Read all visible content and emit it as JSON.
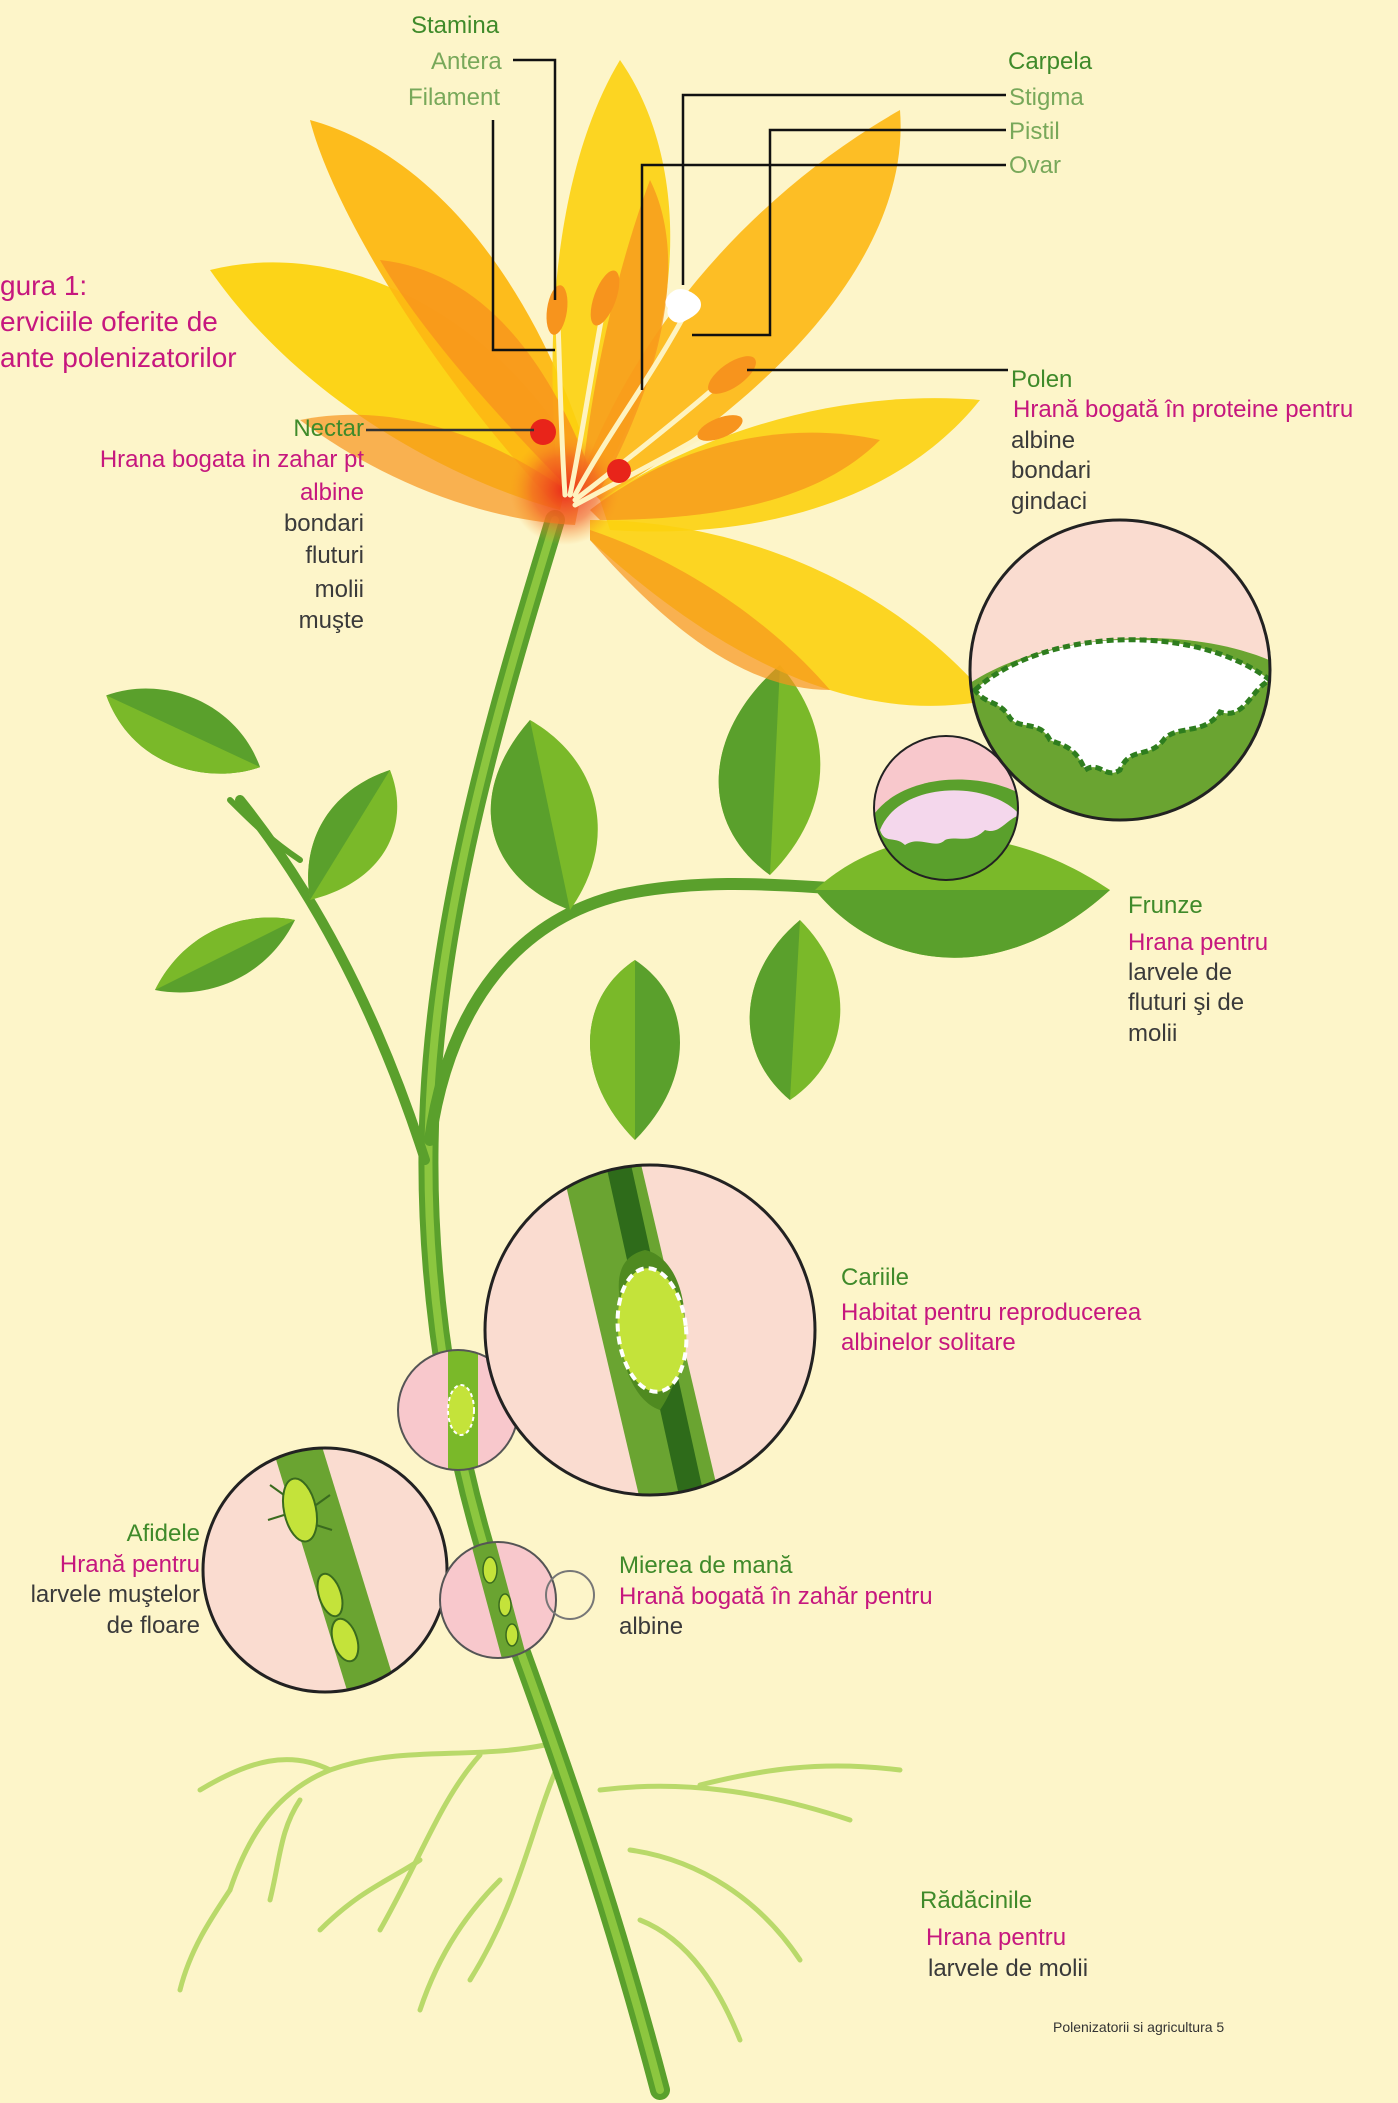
{
  "figure": {
    "caption": [
      "gura 1:",
      "erviciile oferite de",
      "ante polenizatorilor"
    ]
  },
  "stamina": {
    "title": "Stamina",
    "antera": "Antera",
    "filament": "Filament"
  },
  "carpela": {
    "title": "Carpela",
    "stigma": "Stigma",
    "pistil": "Pistil",
    "ovar": "Ovar"
  },
  "nectar": {
    "title": "Nectar",
    "desc": "Hrana bogata in zahar pt",
    "pollinators": [
      "albine",
      "bondari",
      "fluturi",
      "molii",
      "muşte"
    ]
  },
  "polen": {
    "title": "Polen",
    "desc": "Hrană bogată în proteine pentru",
    "pollinators": [
      "albine",
      "bondari",
      "gindaci"
    ]
  },
  "frunze": {
    "title": "Frunze",
    "desc": "Hrana pentru",
    "lines": [
      "larvele de",
      "fluturi şi de",
      "molii"
    ]
  },
  "cariile": {
    "title": "Cariile",
    "desc": [
      "Habitat pentru reproducerea",
      "albinelor solitare"
    ]
  },
  "afidele": {
    "title": "Afidele",
    "desc": "Hrană pentru",
    "lines": [
      "larvele muştelor",
      "de floare"
    ]
  },
  "mierea": {
    "title": "Mierea de mană",
    "desc": "Hrană bogată în zahăr pentru",
    "lines": [
      "albine"
    ]
  },
  "radacinile": {
    "title": "Rădăcinile",
    "desc": "Hrana pentru",
    "lines": [
      "larvele de molii"
    ]
  },
  "footer": "Polenizatorii si agricultura 5",
  "colors": {
    "background": "#fdf5c9",
    "label_green": "#3f8a2a",
    "label_light_green": "#78a85a",
    "label_magenta": "#c6177e",
    "petal_yellow": "#fcd20f",
    "petal_orange": "#f7941d",
    "leaf_green": "#7ab929",
    "stem_green": "#5aa02c",
    "magnifier_pink": "#fadcd0"
  }
}
